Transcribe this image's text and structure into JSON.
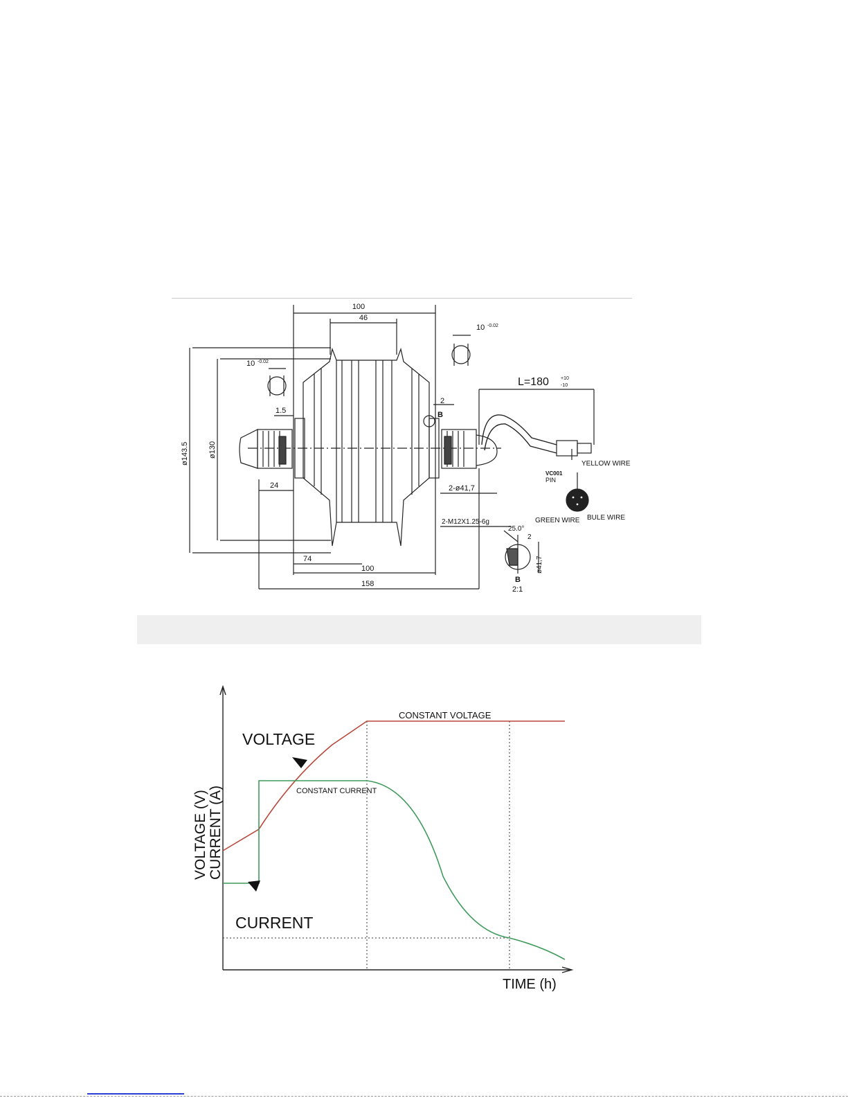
{
  "drawing": {
    "dim_overall_flange_width": "100",
    "dim_hub_inner_width": "46",
    "dim_key_top": "10",
    "dim_key_top_tol": "-0.02",
    "dim_key_left": "10",
    "dim_key_left_tol": "-0.02",
    "dim_cable_length": "L=180",
    "dim_cable_length_tol_upper": "+10",
    "dim_cable_length_tol_lower": "-10",
    "dim_gap_right": "2",
    "detail_marker": "B",
    "dim_axle_shoulder": "1.5",
    "dim_flange_dia_outer": "ø143.5",
    "dim_flange_dia_inner": "ø130",
    "dim_axle_left": "24",
    "dim_bearing": "2-ø41,7",
    "dim_thread": "2-M12X1.25-6g",
    "dim_hub_left_offset": "74",
    "dim_body_width": "100",
    "dim_axle_total": "158",
    "detail_angle": "25.0°",
    "detail_depth": "2",
    "detail_dia": "ø41,7",
    "detail_label": "B",
    "detail_scale": "2:1",
    "connector_part": "VC001",
    "connector_pin": "PIN",
    "wire_yellow": "YELLOW WIRE",
    "wire_green": "GREEN WIRE",
    "wire_blue": "BULE WIRE"
  },
  "chart": {
    "y_axis_label_line1": "VOLTAGE (V)",
    "y_axis_label_line2": "CURRENT (A)",
    "x_axis_label": "TIME (h)",
    "label_voltage": "VOLTAGE",
    "label_current": "CURRENT",
    "label_constant_voltage": "CONSTANT VOLTAGE",
    "label_constant_current": "CONSTANT CURRENT",
    "voltage_color": "#b8473a",
    "current_color": "#3f9a5c"
  }
}
